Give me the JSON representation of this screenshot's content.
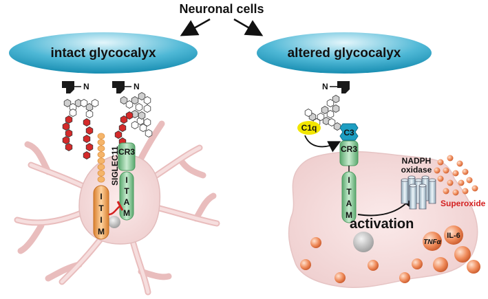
{
  "title": "Neuronal cells",
  "left": {
    "glycocalyx_label": "intact glycocalyx",
    "n_label_1": "N",
    "n_label_2": "N",
    "siglec_label": "SIGLEC11",
    "itim_letters": [
      "I",
      "T",
      "I",
      "M"
    ],
    "cr3_label": "CR3",
    "itam_letters": [
      "I",
      "T",
      "A",
      "M"
    ]
  },
  "right": {
    "glycocalyx_label": "altered glycocalyx",
    "n_label": "N",
    "c1q_label": "C1q",
    "c3_label": "C3",
    "cr3_label": "CR3",
    "itam_letters": [
      "I",
      "T",
      "A",
      "M"
    ],
    "nadph_line1": "NADPH",
    "nadph_line2": "oxidase",
    "superoxide_label": "Superoxide",
    "activation_label": "activation",
    "tnf_label": "TNFα",
    "il6_label": "IL-6"
  },
  "colors": {
    "glycocalyx_top": "#d8f0f8",
    "glycocalyx_bottom": "#1d9ec2",
    "microglia": "#f3d9d9",
    "microglia_edge": "#cf9a9a",
    "sialic_acid": "#d42a2a",
    "siglec_orange": "#f0a050",
    "itam_green": "#8cc89a",
    "c1q_yellow": "#f2e600",
    "c3_blue": "#1d9ec2",
    "superoxide": "#e8783c"
  }
}
